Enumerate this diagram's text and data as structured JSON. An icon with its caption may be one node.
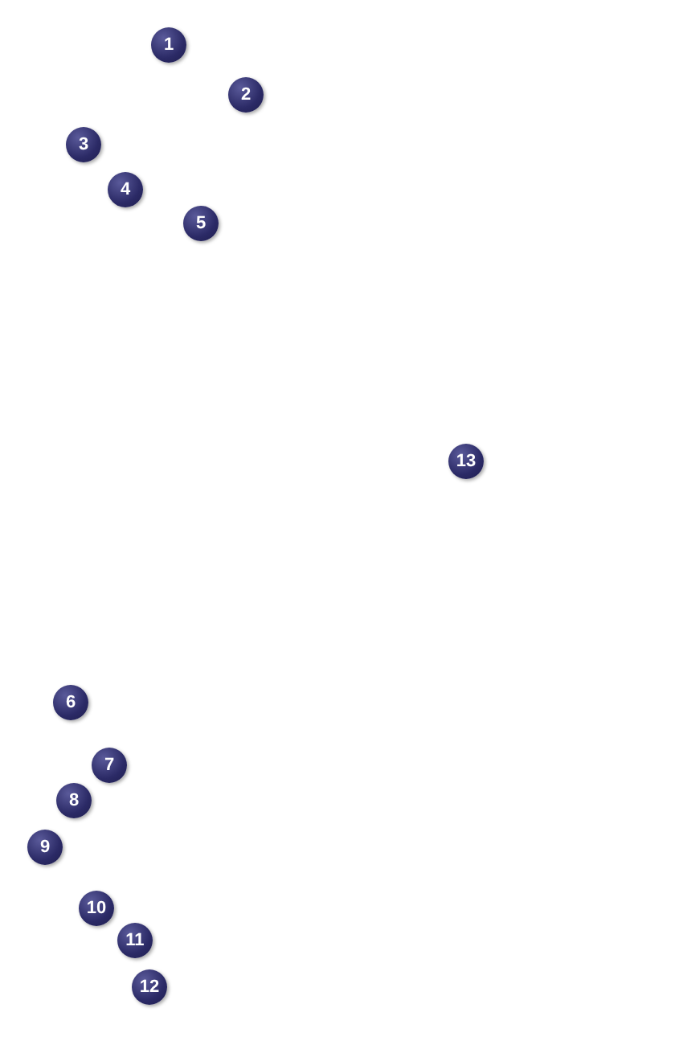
{
  "diagram": {
    "labels": [
      "1",
      "2",
      "3",
      "4",
      "5",
      "13",
      "6",
      "7",
      "8",
      "9",
      "10",
      "11",
      "12"
    ]
  }
}
